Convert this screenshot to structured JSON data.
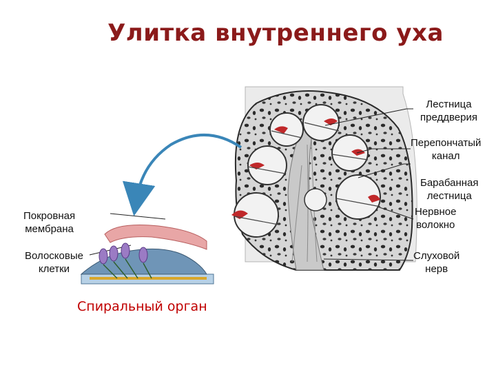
{
  "title": "Улитка внутреннего уха",
  "labels": {
    "scala_vestibuli": [
      "Лестница",
      "преддверия"
    ],
    "membranous_canal": [
      "Перепончатый",
      "канал"
    ],
    "scala_tympani": [
      "Барабанная",
      "лестница"
    ],
    "nerve_fiber": [
      "Нервное",
      "волокно"
    ],
    "auditory_nerve": [
      "Слуховой",
      "нерв"
    ],
    "tectorial_membrane": [
      "Покровная",
      "мембрана"
    ],
    "hair_cells": [
      "Волосковые",
      "клетки"
    ]
  },
  "caption": "Спиральный орган",
  "colors": {
    "title": "#8b1a1a",
    "caption": "#c00000",
    "arrow": "#3a86b8",
    "tectorial": "#e8a6a6",
    "hair_cells": "#9b7bc4",
    "red_tissue": "#c0282a"
  }
}
